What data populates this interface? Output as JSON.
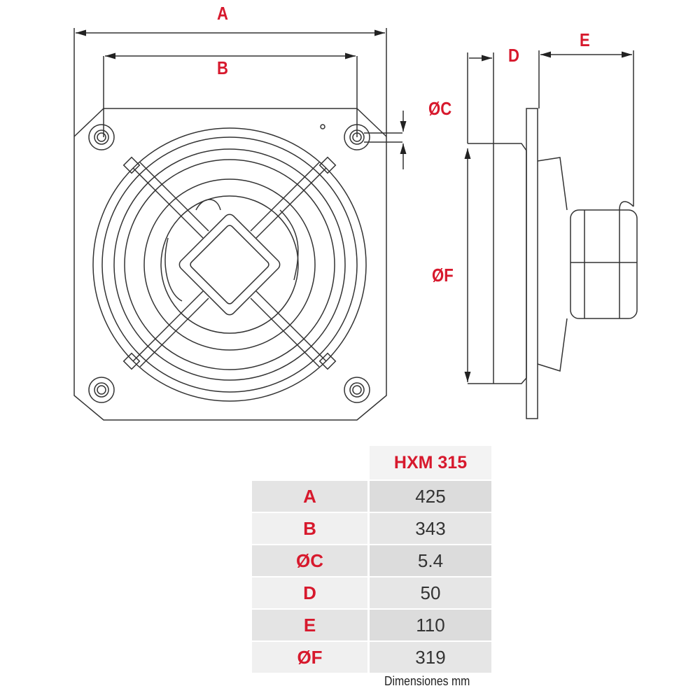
{
  "drawing": {
    "labels": {
      "A": "A",
      "B": "B",
      "C": "ØC",
      "D": "D",
      "E": "E",
      "F": "ØF"
    },
    "accent_color": "#d7192d"
  },
  "table": {
    "model": "HXM 315",
    "rows": [
      {
        "key": "A",
        "value": "425"
      },
      {
        "key": "B",
        "value": "343"
      },
      {
        "key": "ØC",
        "value": "5.4"
      },
      {
        "key": "D",
        "value": "50"
      },
      {
        "key": "E",
        "value": "110"
      },
      {
        "key": "ØF",
        "value": "319"
      }
    ],
    "unit_note": "Dimensiones mm"
  }
}
